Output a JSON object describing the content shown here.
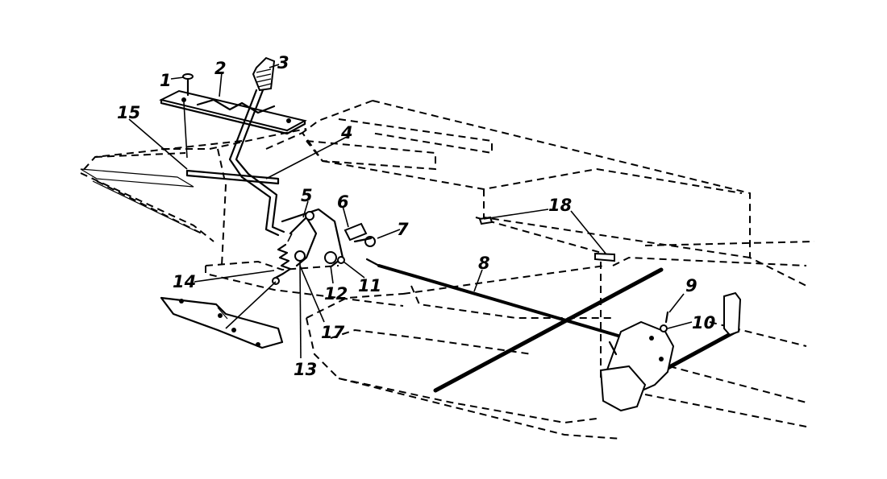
{
  "callouts": [
    {
      "id": "c1",
      "text": "1"
    },
    {
      "id": "c2",
      "text": "2"
    },
    {
      "id": "c3",
      "text": "3"
    },
    {
      "id": "c4",
      "text": "4"
    },
    {
      "id": "c5",
      "text": "5"
    },
    {
      "id": "c6",
      "text": "6"
    },
    {
      "id": "c7",
      "text": "7"
    },
    {
      "id": "c8",
      "text": "8"
    },
    {
      "id": "c9",
      "text": "9"
    },
    {
      "id": "c10",
      "text": "10"
    },
    {
      "id": "c11",
      "text": "11"
    },
    {
      "id": "c12",
      "text": "12"
    },
    {
      "id": "c13",
      "text": "13"
    },
    {
      "id": "c14",
      "text": "14"
    },
    {
      "id": "c15",
      "text": "15"
    },
    {
      "id": "c17",
      "text": "17"
    },
    {
      "id": "c18",
      "text": "18"
    }
  ]
}
